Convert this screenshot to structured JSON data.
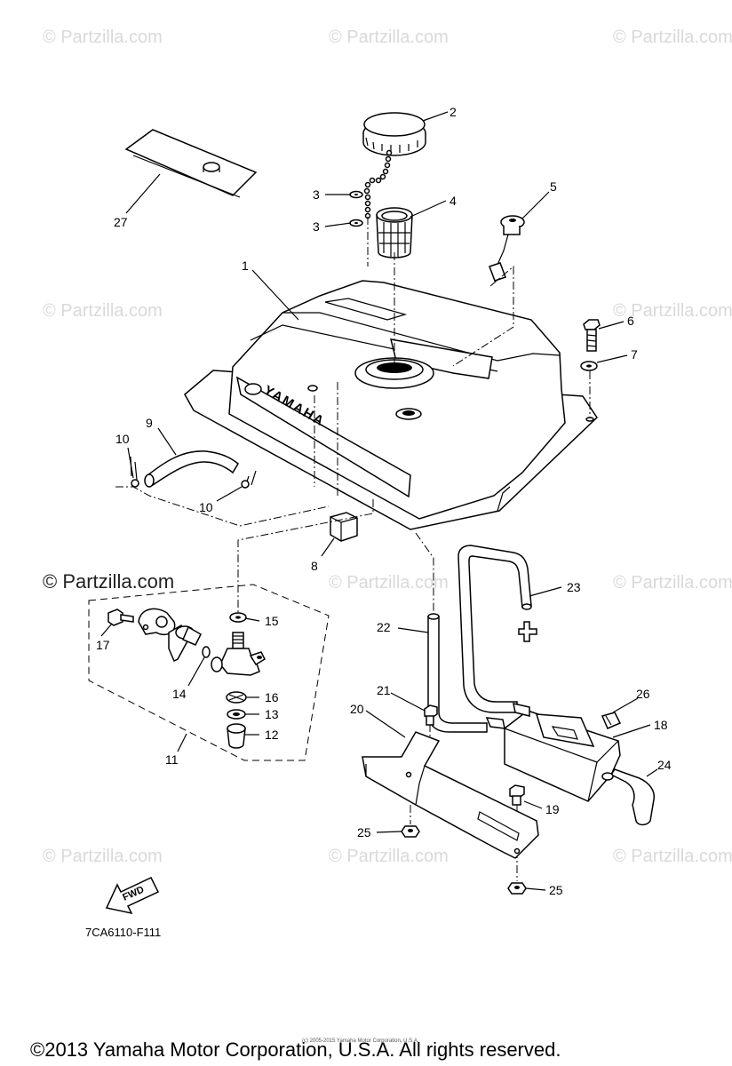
{
  "watermark": {
    "text": "© Partzilla.com",
    "strong_text": "© Partzilla.com"
  },
  "diagram_code": "7CA6110-F111",
  "fwd_label": "FWD",
  "tank_brand": "YAMAHA",
  "copyright": "©2013 Yamaha Motor Corporation, U.S.A. All rights reserved.",
  "fine_print": "(c) 2005-2015 Yamaha Motor Corporation, U.S.A.",
  "callouts": {
    "c1": "1",
    "c2": "2",
    "c3a": "3",
    "c3b": "3",
    "c4": "4",
    "c5": "5",
    "c6": "6",
    "c7": "7",
    "c8": "8",
    "c9": "9",
    "c10a": "10",
    "c10b": "10",
    "c11": "11",
    "c12": "12",
    "c13": "13",
    "c14": "14",
    "c15": "15",
    "c16": "16",
    "c17": "17",
    "c18": "18",
    "c19": "19",
    "c20": "20",
    "c21": "21",
    "c22": "22",
    "c23": "23",
    "c24": "24",
    "c25a": "25",
    "c25b": "25",
    "c26": "26",
    "c27": "27"
  }
}
